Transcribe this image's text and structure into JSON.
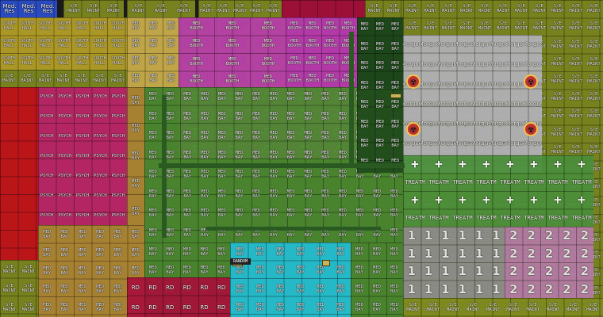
{
  "colors": {
    "maint": "#7f8a1f",
    "south_hall": "#b8a227",
    "med_res": "#2b4fcf",
    "psych": "#c0286a",
    "psych_left": "#c8161a",
    "tan": "#b38a35",
    "med_bay": "#4d8c2f",
    "med_booth": "#b33aa8",
    "morgue": "#b2b2b8",
    "treatment": "#4a8f3a",
    "recovery": "#8c8c8c",
    "recovery2": "#b47aa6",
    "cyan": "#27c6d6",
    "crimson": "#a8103a",
    "dark_green": "#1e4a1a",
    "khaki": "#cdb04c",
    "lime": "#9cc63a"
  },
  "labels": {
    "maint": "S/E\nMAINT",
    "south_hall": "SOUTH\nHALL",
    "med_res": "Med.\nRes",
    "psych": "PSYCH",
    "med_bay": "MED\nBAY",
    "med_booth": "MED\nBOOTH",
    "morgue": "Morgue",
    "treatment": "TREATM",
    "recovery_1": "1",
    "recovery_2": "2",
    "medbay_plus": "+",
    "random": "RANDOM",
    "rd": "RD"
  },
  "icons": {
    "hazard": "☢"
  }
}
